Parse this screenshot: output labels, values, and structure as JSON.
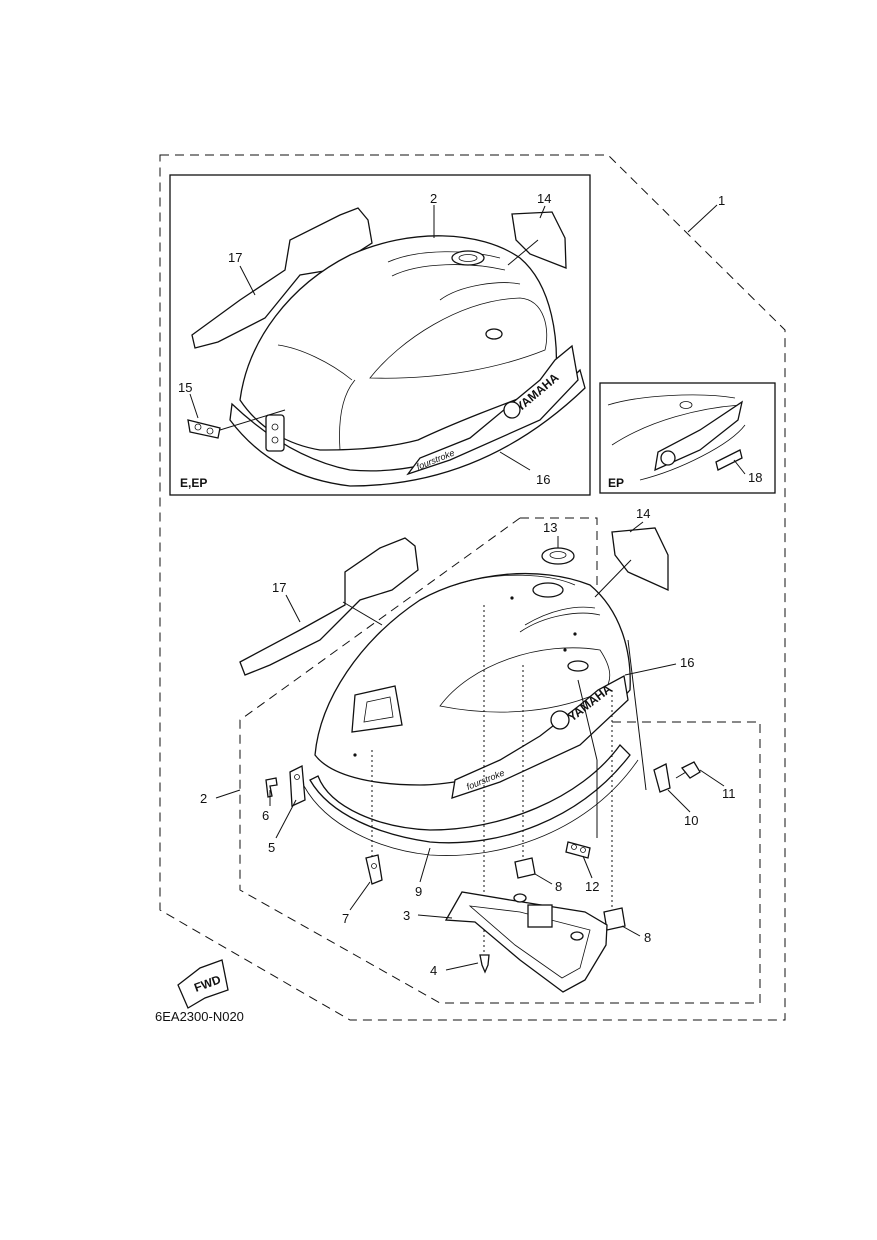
{
  "diagram_code": "6EA2300-N020",
  "fwd_arrow_label": "FWD",
  "inset_main": {
    "label": "E,EP"
  },
  "inset_small": {
    "label": "EP"
  },
  "brand_text": "YAMAHA",
  "decal_text": "fourstroke",
  "callouts": {
    "c1": "1",
    "c2_inset": "2",
    "c2_main": "2",
    "c3": "3",
    "c4": "4",
    "c5": "5",
    "c6": "6",
    "c7": "7",
    "c8a": "8",
    "c8b": "8",
    "c9": "9",
    "c10": "10",
    "c11": "11",
    "c12": "12",
    "c13": "13",
    "c14_inset": "14",
    "c14_main": "14",
    "c15": "15",
    "c16_inset": "16",
    "c16_main": "16",
    "c17_inset": "17",
    "c17_main": "17",
    "c18": "18"
  }
}
